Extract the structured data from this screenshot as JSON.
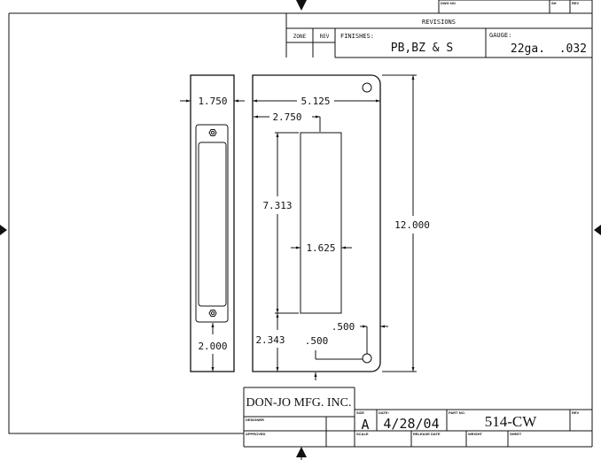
{
  "revisions_block": {
    "dwg_no_label": "DWG NO",
    "sh_label": "SH",
    "rev_label": "REV",
    "title": "REVISIONS",
    "zone_label": "ZONE",
    "rev_col_label": "REV",
    "finishes_label": "FINISHES:",
    "finishes_value": "PB,BZ & S",
    "gauge_label": "GAUGE:",
    "gauge_value": "22ga.  .032"
  },
  "dimensions": {
    "side_width": "1.750",
    "side_bottom": "2.000",
    "plate_width": "5.125",
    "slot_offset": "2.750",
    "slot_height": "7.313",
    "slot_width": "1.625",
    "slot_bottom": "2.343",
    "plate_height": "12.000",
    "hole_right": ".500",
    "hole_bottom": ".500"
  },
  "title_block": {
    "company": "DON-JO MFG. INC.",
    "designer_label": "DESIGNER",
    "approved_label": "APPROVED",
    "size_label": "SIZE",
    "size_value": "A",
    "date_label": "DATE:",
    "date_value": "4/28/04",
    "part_no_label": "PART NO.",
    "part_no_value": "514-CW",
    "rev_label": "REV",
    "scale_label": "SCALE",
    "release_date_label": "RELEASE DATE",
    "weight_label": "WEIGHT",
    "sheet_label": "SHEET"
  }
}
